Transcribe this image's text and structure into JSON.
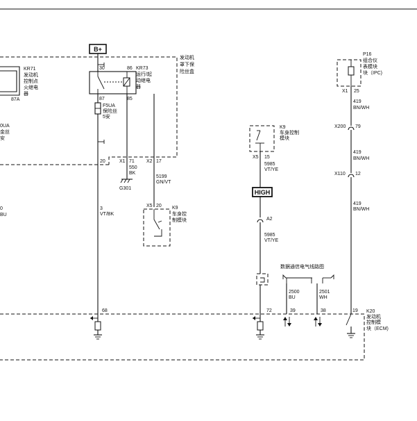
{
  "header_rule": true,
  "power": {
    "b_plus": "B+",
    "high": "HIGH"
  },
  "fuse_block": {
    "title_lines": [
      "发动机",
      "罩下保",
      "险丝盒"
    ],
    "kr71_lines": [
      "KR71",
      "发动机",
      "控制点",
      "火继电",
      "器"
    ],
    "kr71_pin": "87A",
    "fuse_left_lines": [
      "0UA",
      "金丝",
      "安"
    ],
    "kr73_lines": [
      "KR73",
      "运行/起",
      "动继电",
      "器"
    ],
    "pin_30": "30",
    "pin_86": "86",
    "pin_87": "87",
    "pin_85": "85",
    "fuse_lines": [
      "F5UA",
      "保险丝",
      "5安"
    ],
    "conn_20": "20",
    "x1_conn": "X1",
    "x1_pin": "71",
    "x2_conn": "X2",
    "x2_pin": "17"
  },
  "left_wire": {
    "a": "0",
    "b": "BU"
  },
  "ground": {
    "circuit": "550",
    "color": "BK",
    "label": "G301"
  },
  "wire_5199": {
    "circuit": "5199",
    "color": "GN/VT"
  },
  "k9_switch_left": {
    "connector": "X5",
    "pin": "20",
    "name_lines": [
      "K9",
      "车身控",
      "制模块"
    ]
  },
  "wire_3": {
    "circuit": "3",
    "color": "VT/BK"
  },
  "k9_right": {
    "name_lines": [
      "K9",
      "车身控制",
      "模块"
    ],
    "connector": "X5",
    "pin": "15"
  },
  "wire_5985_top": {
    "circuit": "5985",
    "color": "VT/YE"
  },
  "splice": "A2",
  "wire_5985_bottom": {
    "circuit": "5985",
    "color": "VT/YE"
  },
  "data_title": "数据通信电气线路图",
  "wire_2500": {
    "circuit": "2500",
    "color": "BU"
  },
  "wire_2501": {
    "circuit": "2501",
    "color": "WH"
  },
  "p16": {
    "name_lines": [
      "P16",
      "组合仪",
      "表模块",
      "块（IPC)"
    ],
    "connector": "X1",
    "pin": "25"
  },
  "wire_419_a": {
    "circuit": "419",
    "color": "BN/WH"
  },
  "x200": {
    "connector": "X200",
    "pin": "79"
  },
  "wire_419_b": {
    "circuit": "419",
    "color": "BN/WH"
  },
  "x110": {
    "connector": "X110",
    "pin": "12"
  },
  "wire_419_c": {
    "circuit": "419",
    "color": "BN/WH"
  },
  "ecm": {
    "name_lines": [
      "K20",
      "发动机",
      "控制模",
      "块（ECM)"
    ]
  },
  "ecm_pins": {
    "p68": "68",
    "p72": "72",
    "p39": "39",
    "p38": "38",
    "p19": "19"
  }
}
